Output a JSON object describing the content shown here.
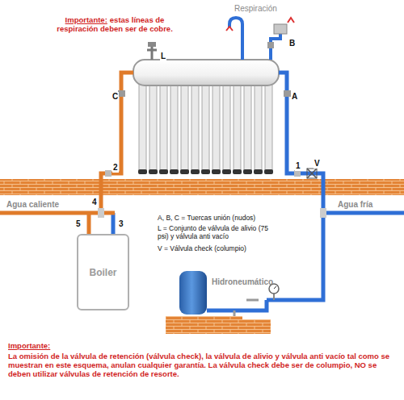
{
  "diagram": {
    "nodes": [
      {
        "text": [
          "Boiler"
        ]
      }
    ],
    "labels": [
      "Importante:",
      "estas líneas de respiración deben ser de cobre.",
      "Respiración",
      "B",
      "L",
      "C",
      "A",
      "2",
      "1",
      "V",
      "Agua caliente",
      "4",
      "5",
      "3",
      "Agua fría",
      "A, B, C = Tuercas unión (nudos)",
      "L = Conjunto de válvula de alivio (75 psi) y válvula anti vacío",
      "V = Válvula check (columpio)",
      "Hidroneumático",
      "Importante:",
      "La omisión de la válvula de retención (válvula check), la válvula de alivio y válvula anti vacío tal como se muestran en este esquema, anulan cualquier garantía. La válvula check debe ser de columpio, NO se deben utilizar válvulas de retención de resorte."
    ]
  }
}
